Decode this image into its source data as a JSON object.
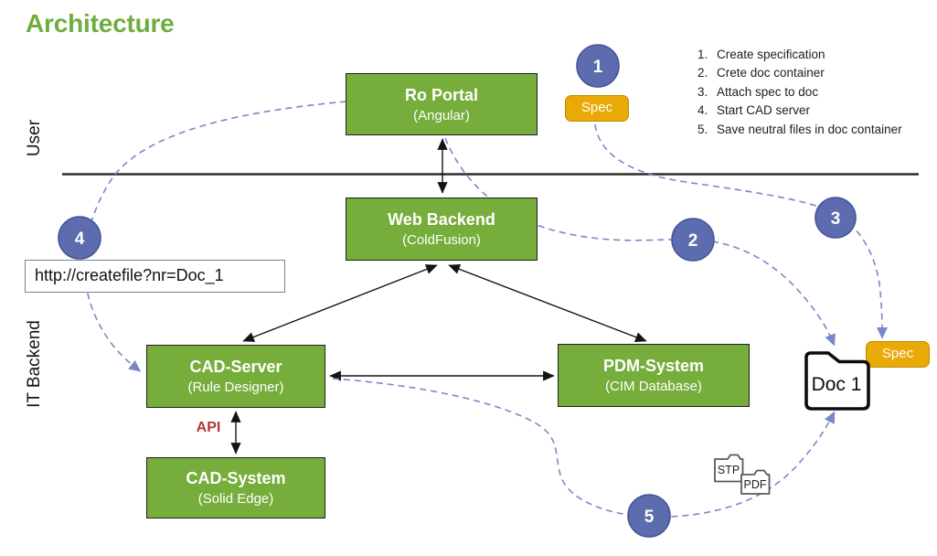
{
  "title": "Architecture",
  "lanes": {
    "top": "User",
    "bottom": "IT Backend"
  },
  "nodes": [
    {
      "title": "Ro Portal",
      "subtitle": "(Angular)"
    },
    {
      "title": "Web Backend",
      "subtitle": "(ColdFusion)"
    },
    {
      "title": "CAD-Server",
      "subtitle": "(Rule Designer)"
    },
    {
      "title": "PDM-System",
      "subtitle": "(CIM Database)"
    },
    {
      "title": "CAD-System",
      "subtitle": "(Solid Edge)"
    }
  ],
  "steps": [
    "Create specification",
    "Crete doc container",
    "Attach spec to doc",
    "Start CAD server",
    "Save neutral files in doc container"
  ],
  "badges": [
    "1",
    "2",
    "3",
    "4",
    "5"
  ],
  "tags": {
    "spec_top": "Spec",
    "spec_attached": "Spec"
  },
  "url": "http://createfile?nr=Doc_1",
  "doc": "Doc 1",
  "api": "API",
  "files": [
    "STP",
    "PDF"
  ],
  "colors": {
    "node_green": "#76AD3B",
    "node_border": "#1f1f1f",
    "badge_blue": "#5C6CAE",
    "badge_border": "#46549B",
    "tag_gold": "#E9A906",
    "tag_border": "#BE8C00",
    "connector_dash": "#7B87C6",
    "title_green": "#6FAE3E",
    "api_red": "#AE3A36"
  }
}
